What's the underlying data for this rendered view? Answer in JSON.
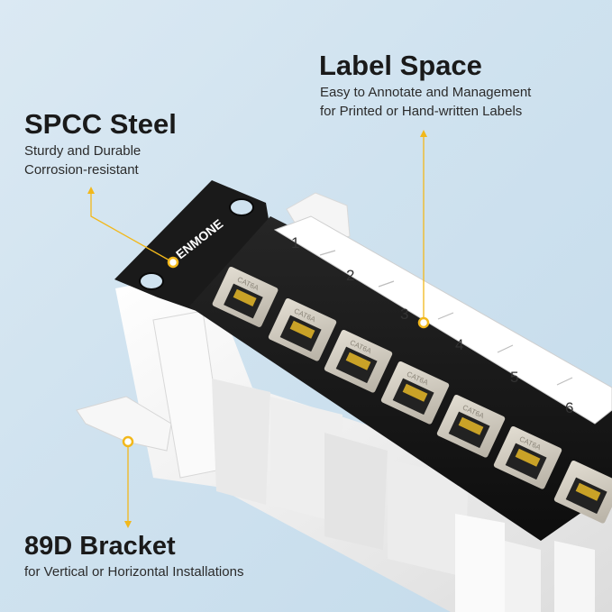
{
  "brand": {
    "logo_text": "ENMONE"
  },
  "callouts": {
    "label_space": {
      "title": "Label Space",
      "lines": [
        "Easy to Annotate and Management",
        "for Printed or Hand-written Labels"
      ]
    },
    "spcc_steel": {
      "title": "SPCC Steel",
      "lines": [
        "Sturdy and Durable",
        "Corrosion-resistant"
      ]
    },
    "bracket": {
      "title": "89D Bracket",
      "lines": [
        "for Vertical or Horizontal Installations"
      ]
    }
  },
  "panel": {
    "port_numbers": [
      "1",
      "2",
      "3",
      "4",
      "5",
      "6"
    ],
    "jack_marking": "CAT6A"
  },
  "colors": {
    "background": "#cfe2ef",
    "accent_marker": "#f2b81b",
    "panel_face": "#161616",
    "bracket": "#f2f2f2",
    "jack": "#d4cfc4"
  }
}
